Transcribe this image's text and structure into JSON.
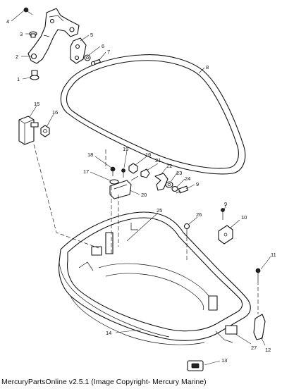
{
  "callouts": [
    "1",
    "2",
    "3",
    "4",
    "5",
    "6",
    "7",
    "8",
    "9",
    "9",
    "10",
    "11",
    "12",
    "13",
    "14",
    "15",
    "16",
    "16",
    "17",
    "18",
    "19",
    "20",
    "21",
    "22",
    "23",
    "24",
    "25",
    "26",
    "27"
  ],
  "caption": "MercuryPartsOnline v2.5.1 (Image Copyright- Mercury Marine)"
}
